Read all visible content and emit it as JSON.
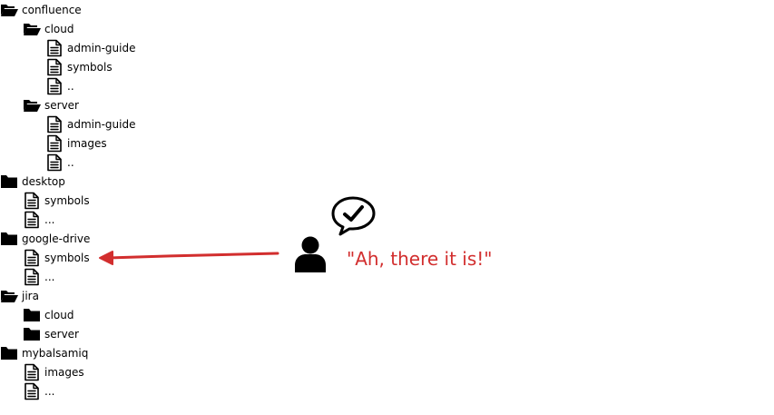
{
  "tree": [
    {
      "label": "confluence",
      "icon": "folder-open-icon",
      "depth": 0
    },
    {
      "label": "cloud",
      "icon": "folder-open-icon",
      "depth": 1
    },
    {
      "label": "admin-guide",
      "icon": "file-icon",
      "depth": 2
    },
    {
      "label": "symbols",
      "icon": "file-icon",
      "depth": 2
    },
    {
      "label": "..",
      "icon": "file-icon",
      "depth": 2
    },
    {
      "label": "server",
      "icon": "folder-open-icon",
      "depth": 1
    },
    {
      "label": "admin-guide",
      "icon": "file-icon",
      "depth": 2
    },
    {
      "label": "images",
      "icon": "file-icon",
      "depth": 2
    },
    {
      "label": "..",
      "icon": "file-icon",
      "depth": 2
    },
    {
      "label": "desktop",
      "icon": "folder-closed-icon",
      "depth": 0
    },
    {
      "label": "symbols",
      "icon": "file-icon",
      "depth": 1
    },
    {
      "label": "...",
      "icon": "file-icon",
      "depth": 1
    },
    {
      "label": "google-drive",
      "icon": "folder-closed-icon",
      "depth": 0
    },
    {
      "label": "symbols",
      "icon": "file-icon",
      "depth": 1
    },
    {
      "label": "...",
      "icon": "file-icon",
      "depth": 1
    },
    {
      "label": "jira",
      "icon": "folder-open-icon",
      "depth": 0
    },
    {
      "label": "cloud",
      "icon": "folder-closed-icon",
      "depth": 1
    },
    {
      "label": "server",
      "icon": "folder-closed-icon",
      "depth": 1
    },
    {
      "label": "mybalsamiq",
      "icon": "folder-closed-icon",
      "depth": 0
    },
    {
      "label": "images",
      "icon": "file-icon",
      "depth": 1
    },
    {
      "label": "...",
      "icon": "file-icon",
      "depth": 1
    }
  ],
  "callout": {
    "quote": "\"Ah, there it is!\"",
    "person_icon": "user-icon",
    "bubble_icon": "speech-bubble-check-icon",
    "arrow_color": "#d22e2e",
    "quote_color": "#d22e2e"
  }
}
